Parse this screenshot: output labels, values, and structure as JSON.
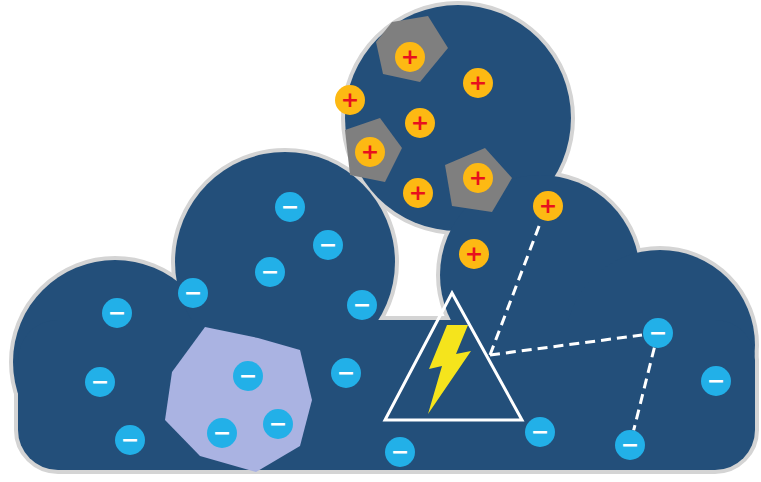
{
  "diagram": {
    "nodes": [
      {
        "text": [
          "+"
        ]
      },
      {
        "text": [
          "+"
        ]
      },
      {
        "text": [
          "+"
        ]
      },
      {
        "text": [
          "+"
        ]
      },
      {
        "text": [
          "+"
        ]
      },
      {
        "text": [
          "+"
        ]
      },
      {
        "text": [
          "+"
        ]
      },
      {
        "text": [
          "+"
        ]
      },
      {
        "text": [
          "−"
        ]
      },
      {
        "text": [
          "−"
        ]
      },
      {
        "text": [
          "+"
        ]
      },
      {
        "text": [
          "−"
        ]
      },
      {
        "text": [
          "−"
        ]
      },
      {
        "text": [
          "−"
        ]
      },
      {
        "text": [
          "−"
        ]
      },
      {
        "text": [
          "−"
        ]
      },
      {
        "text": [
          "−"
        ]
      },
      {
        "text": [
          "−"
        ]
      },
      {
        "text": [
          "−"
        ]
      },
      {
        "text": [
          "−"
        ]
      },
      {
        "text": [
          "−"
        ]
      },
      {
        "text": [
          "−"
        ]
      },
      {
        "text": [
          "−"
        ]
      },
      {
        "text": [
          "−"
        ]
      },
      {
        "text": [
          "−"
        ]
      },
      {
        "text": [
          "−"
        ]
      }
    ],
    "edges": [
      {
        "from": 15,
        "to": 24,
        "arrow": "none"
      }
    ]
  }
}
